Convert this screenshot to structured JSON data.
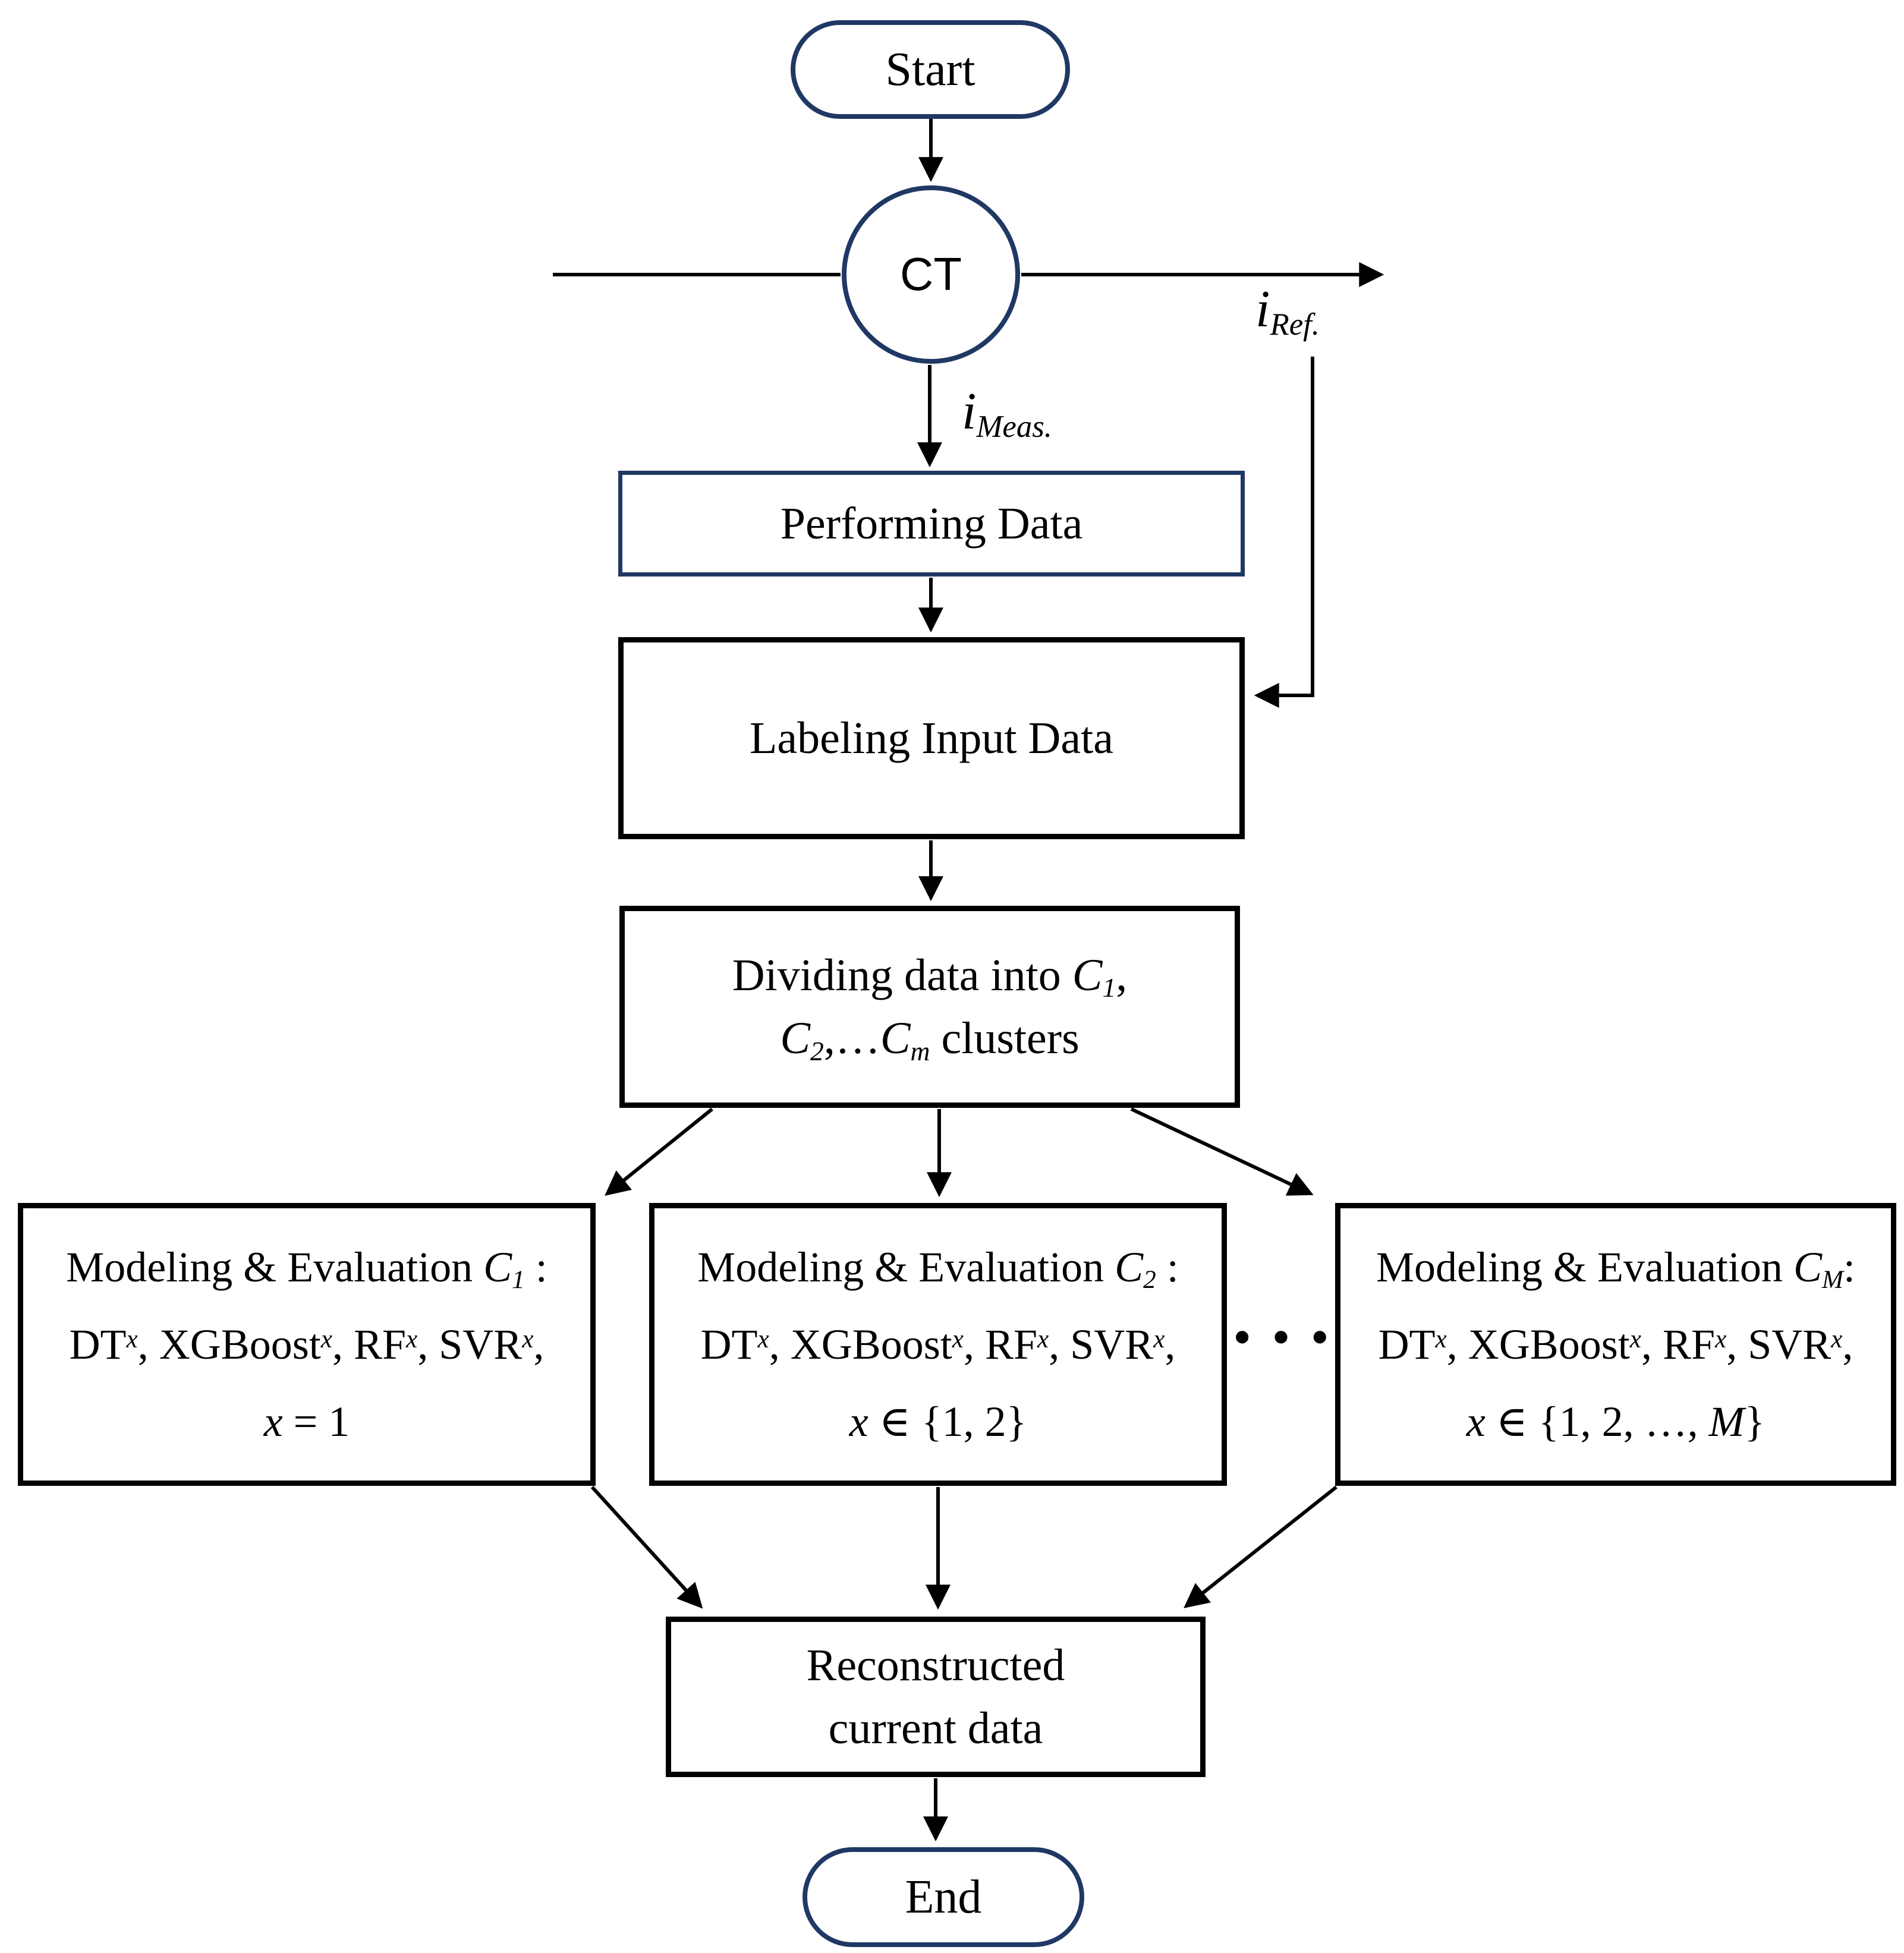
{
  "nodes": {
    "start": {
      "label": "Start"
    },
    "ct": {
      "label": "CT"
    },
    "performing": {
      "label": "Performing Data"
    },
    "labeling": {
      "label": "Labeling Input Data"
    },
    "dividing": {
      "line1": "Dividing data into *C*~1~,",
      "line2": "*C*~2~,…*C*~m~ clusters"
    },
    "model_c1": {
      "line1": "Modeling & Evaluation *C*~1~ :",
      "line2": "DT^x^, XGBoost^x^, RF^x^, SVR^x^,",
      "line3": "*x* = 1"
    },
    "model_c2": {
      "line1": "Modeling & Evaluation *C*~2~ :",
      "line2": "DT^x^, XGBoost^x^, RF^x^, SVR^x^,",
      "line3": "*x* ∈ {1, 2}"
    },
    "model_cm": {
      "line1": "Modeling & Evaluation *C*~M~:",
      "line2": "DT^x^, XGBoost^x^, RF^x^, SVR^x^,",
      "line3": "*x* ∈ {1, 2, …, *M*}"
    },
    "ellipsis": "•••",
    "reconstructed": {
      "line1": "Reconstructed",
      "line2": "current data"
    },
    "end": {
      "label": "End"
    }
  },
  "edge_labels": {
    "i_ref": "*i*~Ref.~",
    "i_meas": "*i*~Meas.~"
  },
  "colors": {
    "terminal_border": "#1f3864",
    "process_border": "#000000",
    "arrow": "#000000",
    "background": "#ffffff",
    "text": "#000000"
  }
}
